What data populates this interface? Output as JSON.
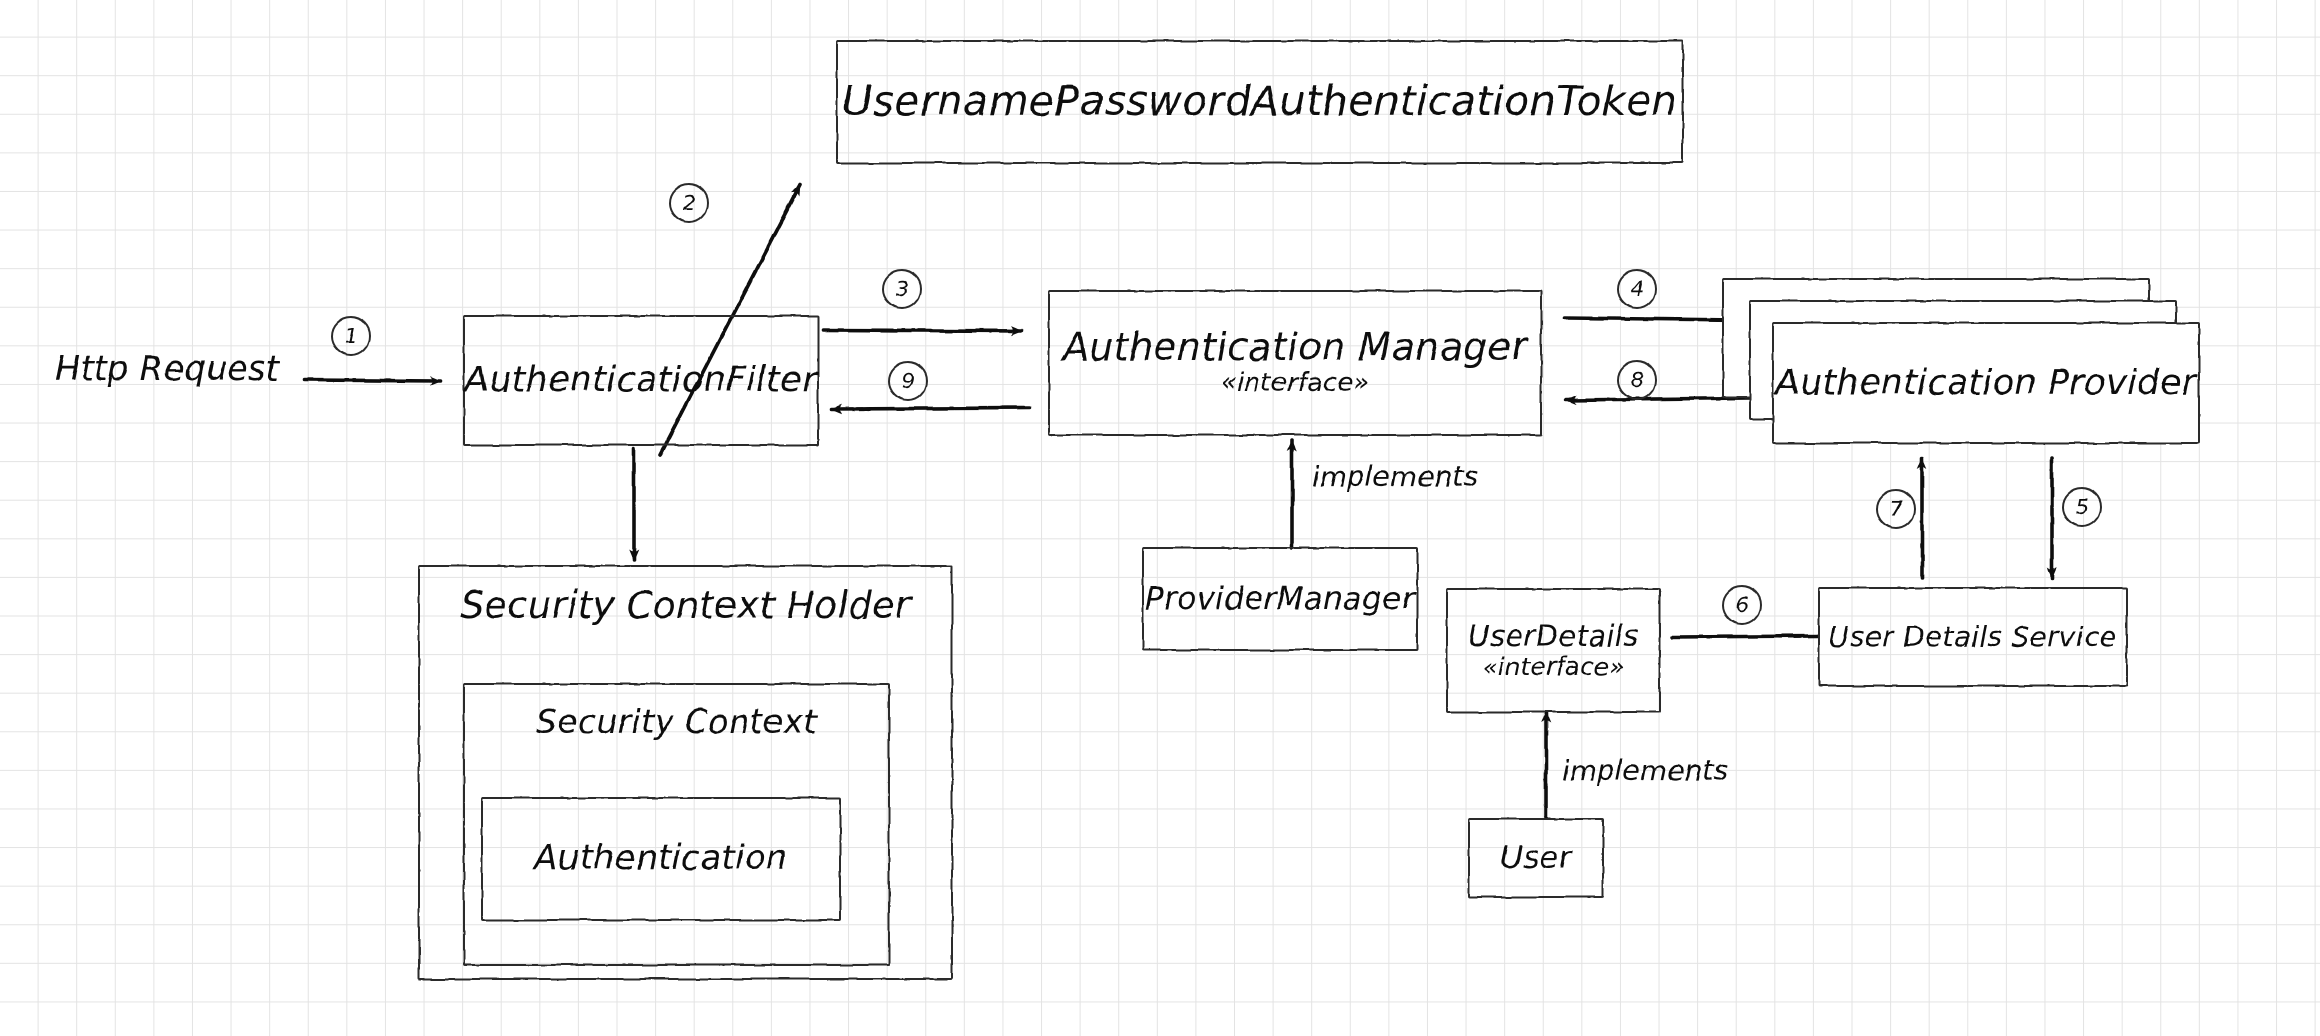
{
  "diagram": {
    "title": "Spring Security Authentication Flow",
    "background": "#ffffff",
    "grid_color": "#e3e3e3",
    "ink_color": "#111111",
    "style": "hand-drawn on graph paper"
  },
  "entry": {
    "label": "Http  Request"
  },
  "nodes": {
    "token": {
      "title": "UsernamePasswordAuthenticationToken"
    },
    "filter": {
      "title": "AuthenticationFilter"
    },
    "manager": {
      "title": "Authentication Manager",
      "stereotype": "«interface»"
    },
    "provider": {
      "title": "Authentication Provider"
    },
    "provider_manager": {
      "title": "ProviderManager"
    },
    "security_context_holder": {
      "title": "Security Context Holder"
    },
    "security_context": {
      "title": "Security Context"
    },
    "authentication": {
      "title": "Authentication"
    },
    "user_details": {
      "title": "UserDetails",
      "stereotype": "«interface»"
    },
    "user_details_service": {
      "title": "User Details Service"
    },
    "user": {
      "title": "User"
    }
  },
  "edge_labels": {
    "implements_manager": "implements",
    "implements_user": "implements"
  },
  "steps": [
    {
      "id": 1,
      "label": "①",
      "text": "1",
      "from": "http-request",
      "to": "filter"
    },
    {
      "id": 2,
      "label": "②",
      "text": "2",
      "from": "filter",
      "to": "token"
    },
    {
      "id": 3,
      "label": "③",
      "text": "3",
      "from": "filter",
      "to": "manager"
    },
    {
      "id": 4,
      "label": "④",
      "text": "4",
      "from": "manager",
      "to": "provider"
    },
    {
      "id": 5,
      "label": "⑤",
      "text": "5",
      "from": "provider",
      "to": "user-details-service"
    },
    {
      "id": 6,
      "label": "⑥",
      "text": "6",
      "from": "user-details-service",
      "to": "user-details"
    },
    {
      "id": 7,
      "label": "⑦",
      "text": "7",
      "from": "user-details-service",
      "to": "provider"
    },
    {
      "id": 8,
      "label": "⑧",
      "text": "8",
      "from": "provider",
      "to": "manager"
    },
    {
      "id": 9,
      "label": "⑨",
      "text": "9",
      "from": "manager",
      "to": "filter"
    }
  ]
}
